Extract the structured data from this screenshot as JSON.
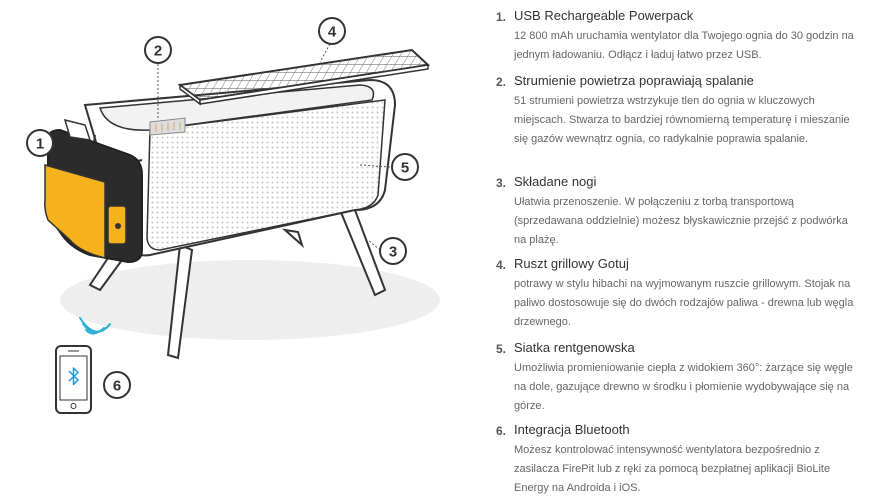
{
  "callouts": [
    "1",
    "2",
    "3",
    "4",
    "5",
    "6"
  ],
  "features": [
    {
      "num": "1.",
      "title": "USB Rechargeable Powerpack",
      "desc": "12 800 mAh uruchamia wentylator dla Twojego ognia do 30 godzin na jednym ładowaniu. Odłącz i ładuj łatwo przez USB."
    },
    {
      "num": "2.",
      "title": "Strumienie powietrza poprawiają spalanie",
      "desc": "51 strumieni powietrza wstrzykuje tlen do ognia w kluczowych miejscach. Stwarza to bardziej równomierną temperaturę i mieszanie się gazów wewnątrz ognia, co radykalnie poprawia spalanie."
    },
    {
      "num": "3.",
      "title": "Składane nogi",
      "desc": "Ułatwia przenoszenie. W połączeniu z torbą transportową (sprzedawana oddzielnie) możesz błyskawicznie przejść z podwórka na plażę."
    },
    {
      "num": "4.",
      "title": "Ruszt grillowy Gotuj",
      "desc": "potrawy w stylu hibachi na wyjmowanym ruszcie grillowym. Stojak na paliwo dostosowuje się do dwóch rodzajów paliwa - drewna lub węgla drzewnego."
    },
    {
      "num": "5.",
      "title": "Siatka rentgenowska",
      "desc": "Umożliwia promieniowanie ciepła z widokiem 360°: żarzące się węgle na dole, gazujące drewno w środku i płomienie wydobywające się na górze."
    },
    {
      "num": "6.",
      "title": "Integracja Bluetooth",
      "desc": "Możesz kontrolować intensywność wentylatora bezpośrednio z zasilacza FirePit lub z ręki za pomocą bezpłatnej aplikacji BioLite Energy na Androida i iOS."
    }
  ],
  "colors": {
    "accent_yellow": "#f5b21c",
    "outline": "#333333",
    "mesh": "#bbbbbb"
  },
  "icons": [
    "firepit-illustration",
    "bluetooth-icon",
    "wireless-signal-icon",
    "smartphone-icon"
  ]
}
